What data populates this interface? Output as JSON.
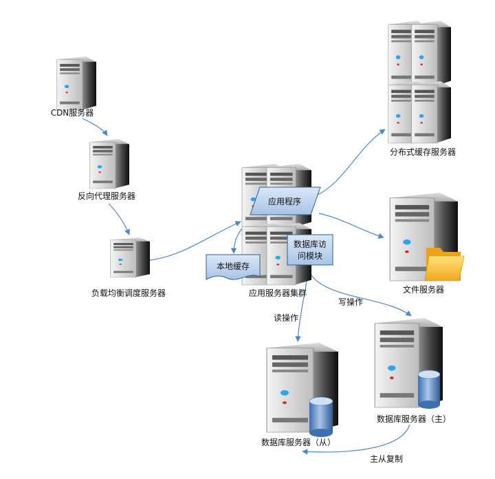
{
  "nodes": {
    "cdn": "CDN服务器",
    "reverse_proxy": "反向代理服务器",
    "load_balancer": "负载均衡调度服务器",
    "app_cluster": "应用服务器集群",
    "app_program": "应用程序",
    "db_access_line1": "数据库访",
    "db_access_line2": "问模块",
    "local_cache": "本地缓存",
    "distributed_cache": "分布式缓存服务器",
    "file_server": "文件服务器",
    "db_master": "数据库服务器（主）",
    "db_slave": "数据库服务器（从）"
  },
  "edges": {
    "read": "读操作",
    "write": "写操作",
    "replication": "主从复制"
  },
  "colors": {
    "arrow": "#4f86c6",
    "box_fill": "#bcd3ee",
    "box_stroke": "#2f5d8f",
    "db_cylinder": "#5f8ec9"
  }
}
